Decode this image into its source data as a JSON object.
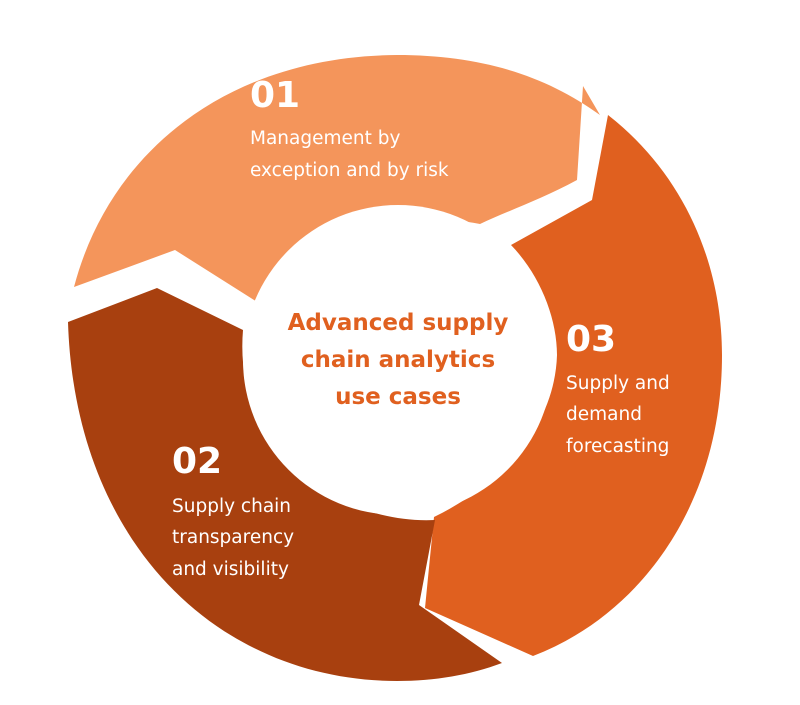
{
  "center": {
    "lines": [
      "Advanced supply",
      "chain analytics",
      "use cases"
    ]
  },
  "segments": [
    {
      "number": "01",
      "lines": [
        "Management by",
        "exception and by risk"
      ]
    },
    {
      "number": "02",
      "lines": [
        "Supply chain",
        "transparency",
        "and visibility"
      ]
    },
    {
      "number": "03",
      "lines": [
        "Supply and",
        "demand",
        "forecasting"
      ]
    }
  ],
  "colors": {
    "segment_01": "#f4955b",
    "segment_02": "#a8400f",
    "segment_03": "#e0601f",
    "center_fill": "#ffffff",
    "center_text": "#e0601f",
    "background": "#ffffff"
  }
}
